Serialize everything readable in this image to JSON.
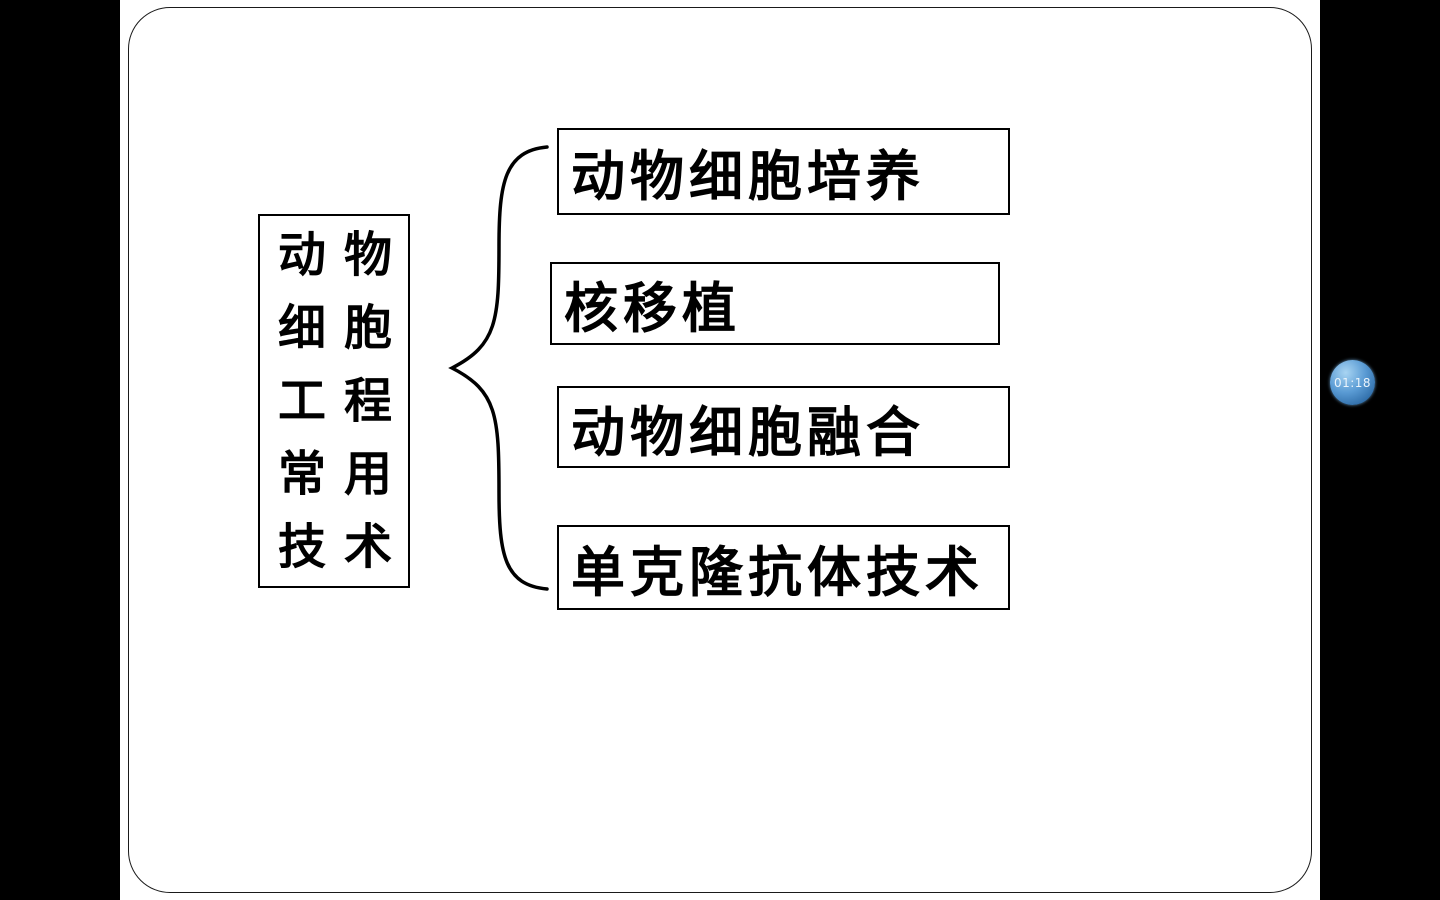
{
  "slide": {
    "root": {
      "lines": [
        "动物",
        "细胞",
        "工程",
        "常用",
        "技术"
      ],
      "full_label": "动物细胞工程常用技术"
    },
    "branches": [
      "动物细胞培养",
      "核移植",
      "动物细胞融合",
      "单克隆抗体技术"
    ]
  },
  "player": {
    "timestamp": "01:18"
  },
  "colors": {
    "background": "#000000",
    "slide": "#ffffff",
    "stroke": "#000000",
    "timer_blue": "#3d85c6"
  }
}
